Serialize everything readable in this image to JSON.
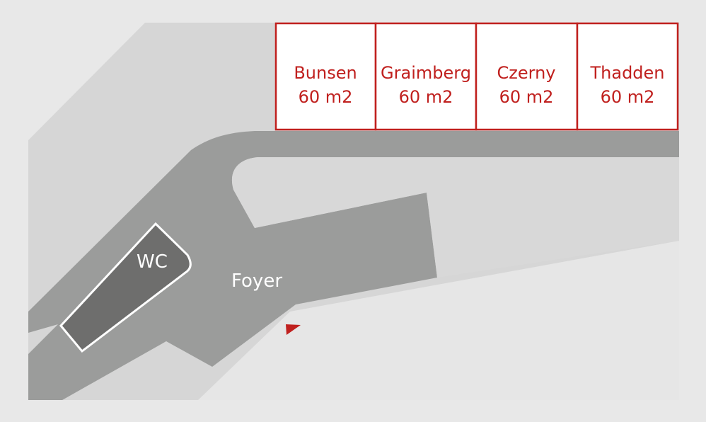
{
  "colors": {
    "background": "#e8e8e8",
    "outer_floor": "#d6d6d6",
    "corridor": "#9b9c9b",
    "wc_fill": "#6e6e6d",
    "inner_area": "#d8d8d8",
    "accent": "#c0201e",
    "label_white": "#ffffff"
  },
  "rooms": [
    {
      "name": "Bunsen",
      "size": "60 m2"
    },
    {
      "name": "Graimberg",
      "size": "60 m2"
    },
    {
      "name": "Czerny",
      "size": "60 m2"
    },
    {
      "name": "Thadden",
      "size": "60 m2"
    }
  ],
  "areas": {
    "wc": "WC",
    "foyer": "Foyer"
  },
  "markers": {
    "entrance": "entrance-arrow-icon"
  }
}
